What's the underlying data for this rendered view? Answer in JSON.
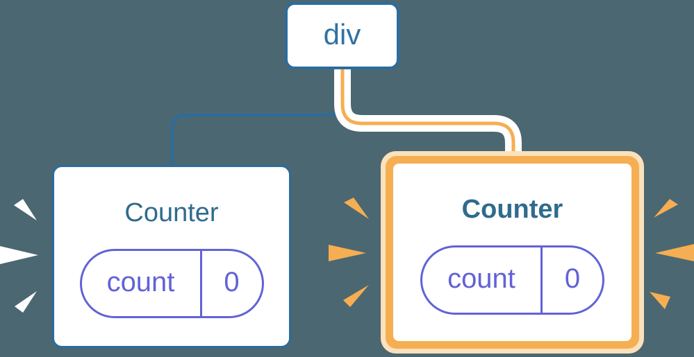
{
  "diagram": {
    "description": "React component tree diagram: a div parent with two Counter children; the right Counter is highlighted as freshly mounted",
    "background_color": "#4B6771",
    "colors": {
      "blue_edge": "#2C6C9D",
      "node_text_blue": "#2E72A4",
      "title_teal": "#2F6B8D",
      "state_purple": "#6262D6",
      "highlight_orange": "#F6AE52",
      "highlight_halo": "#FBE2BC",
      "card_fill": "#FFFFFF"
    },
    "root": {
      "label": "div"
    },
    "children": [
      {
        "title": "Counter",
        "highlighted": false,
        "burst_color": "#FFFFFF",
        "state": {
          "key": "count",
          "value": "0"
        }
      },
      {
        "title": "Counter",
        "highlighted": true,
        "burst_color": "#F6AE52",
        "state": {
          "key": "count",
          "value": "0"
        }
      }
    ]
  }
}
